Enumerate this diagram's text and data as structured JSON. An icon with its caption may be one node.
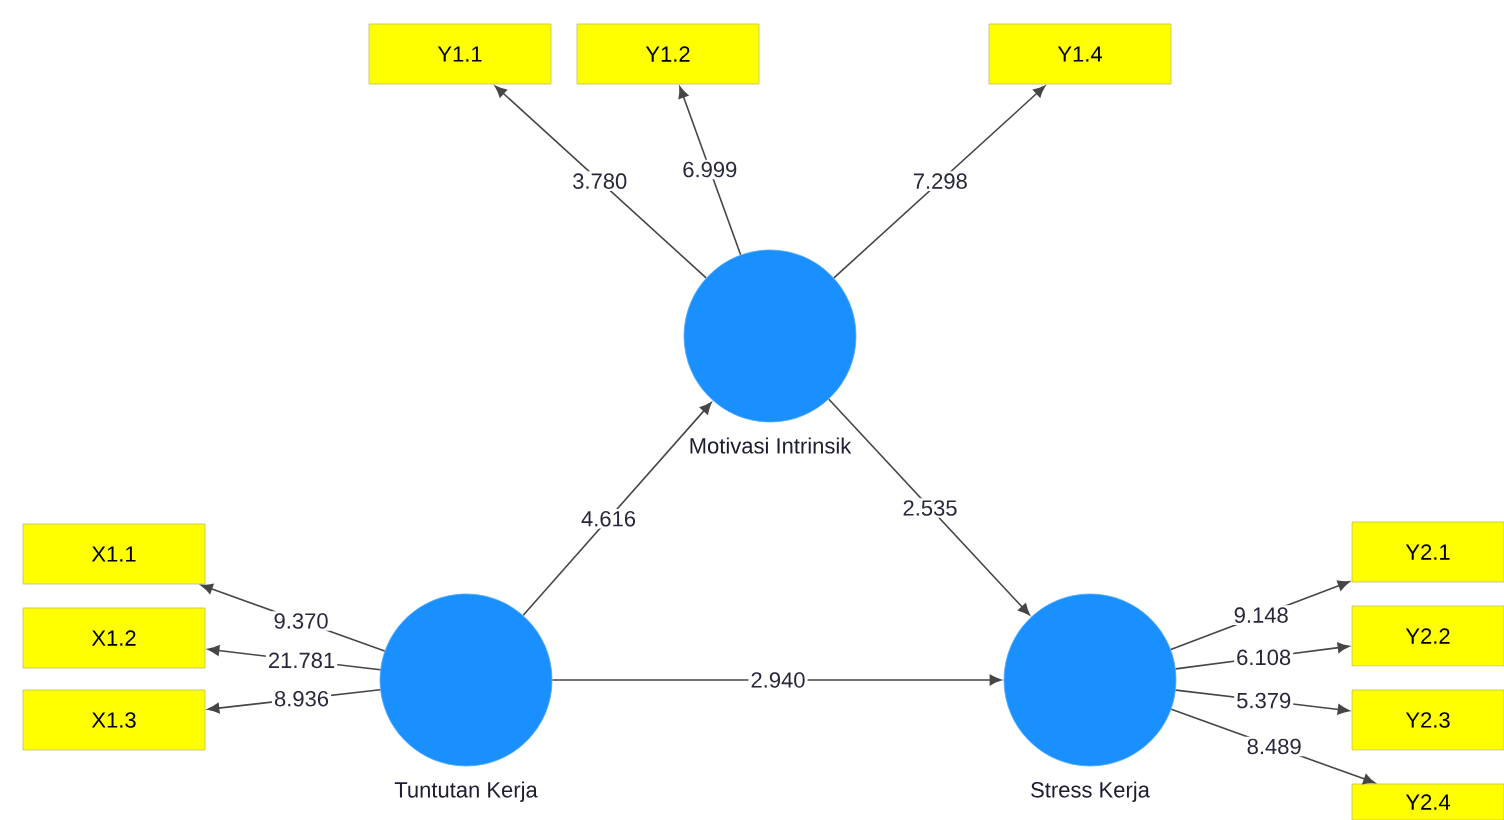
{
  "diagram": {
    "nodes": [
      {
        "text": [
          "Motivasi Intrinsik"
        ]
      },
      {
        "text": [
          "Y1.1"
        ]
      },
      {
        "text": [
          "Y1.2"
        ]
      },
      {
        "text": [
          "Y1.4"
        ]
      },
      {
        "text": [
          "Tuntutan Kerja"
        ]
      },
      {
        "text": [
          "X1.1"
        ]
      },
      {
        "text": [
          "X1.2"
        ]
      },
      {
        "text": [
          "X1.3"
        ]
      },
      {
        "text": [
          "Stress Kerja"
        ]
      },
      {
        "text": [
          "Y2.1"
        ]
      },
      {
        "text": [
          "Y2.2"
        ]
      },
      {
        "text": [
          "Y2.3"
        ]
      },
      {
        "text": [
          "Y2.4"
        ]
      }
    ],
    "edges": [
      {
        "from": 0,
        "to": 1,
        "arrow": "to",
        "label": "3.780"
      },
      {
        "from": 0,
        "to": 2,
        "arrow": "to",
        "label": "6.999"
      },
      {
        "from": 0,
        "to": 3,
        "arrow": "to",
        "label": "7.298"
      },
      {
        "from": 4,
        "to": 0,
        "arrow": "to",
        "label": "4.616"
      },
      {
        "from": 0,
        "to": 8,
        "arrow": "to",
        "label": "2.535"
      },
      {
        "from": 4,
        "to": 8,
        "arrow": "to",
        "label": "2.940"
      },
      {
        "from": 4,
        "to": 5,
        "arrow": "to",
        "label": "9.370"
      },
      {
        "from": 4,
        "to": 6,
        "arrow": "to",
        "label": "21.781"
      },
      {
        "from": 4,
        "to": 7,
        "arrow": "to",
        "label": "8.936"
      },
      {
        "from": 8,
        "to": 9,
        "arrow": "to",
        "label": "9.148"
      },
      {
        "from": 8,
        "to": 10,
        "arrow": "to",
        "label": "6.108"
      },
      {
        "from": 8,
        "to": 11,
        "arrow": "to",
        "label": "5.379"
      },
      {
        "from": 8,
        "to": 12,
        "arrow": "to",
        "label": "8.489"
      }
    ]
  }
}
